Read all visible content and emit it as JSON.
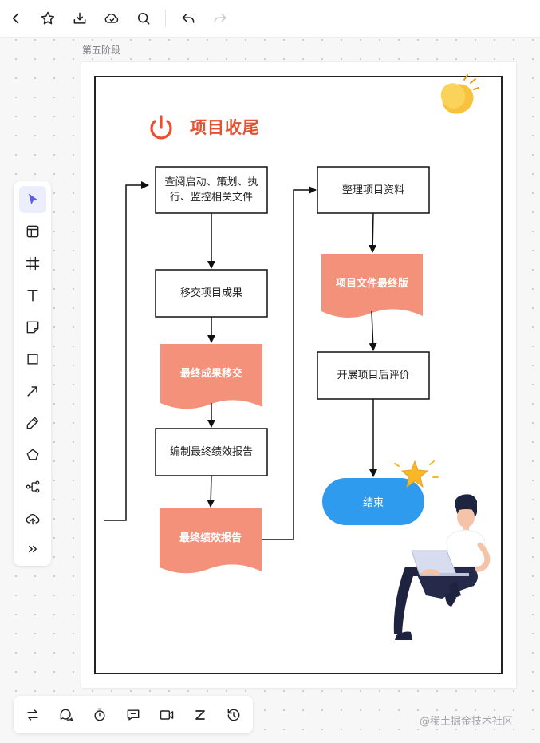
{
  "frame": {
    "label": "第五阶段"
  },
  "diagram": {
    "title": "项目收尾",
    "nodes": {
      "review_docs": "查阅启动、策划、执行、监控相关文件",
      "transfer_results": "移交项目成果",
      "final_transfer": "最终成果移交",
      "compile_report": "编制最终绩效报告",
      "final_report": "最终绩效报告",
      "organize_materials": "整理项目资料",
      "final_files": "项目文件最终版",
      "post_evaluation": "开展项目后评价",
      "end": "结束"
    }
  },
  "top_toolbar": {
    "icons": [
      "back-icon",
      "star-icon",
      "download-icon",
      "cloud-icon",
      "search-icon",
      "undo-icon",
      "redo-icon"
    ]
  },
  "left_toolbar": {
    "tools": [
      "select-tool",
      "template-tool",
      "frame-tool",
      "text-tool",
      "sticky-note-tool",
      "rectangle-tool",
      "arrow-tool",
      "pen-tool",
      "polygon-tool",
      "mindmap-tool",
      "upload-tool",
      "more-tools"
    ]
  },
  "bottom_toolbar": {
    "icons": [
      "switch-icon",
      "comment-icon",
      "timer-icon",
      "chat-icon",
      "video-icon",
      "z-icon",
      "history-icon"
    ]
  },
  "watermark": "@稀土掘金技术社区",
  "colors": {
    "title": "#e8502e",
    "doc_fill": "#f4917a",
    "terminator_fill": "#2e9bee",
    "active_tool": "#5b5fe0"
  }
}
